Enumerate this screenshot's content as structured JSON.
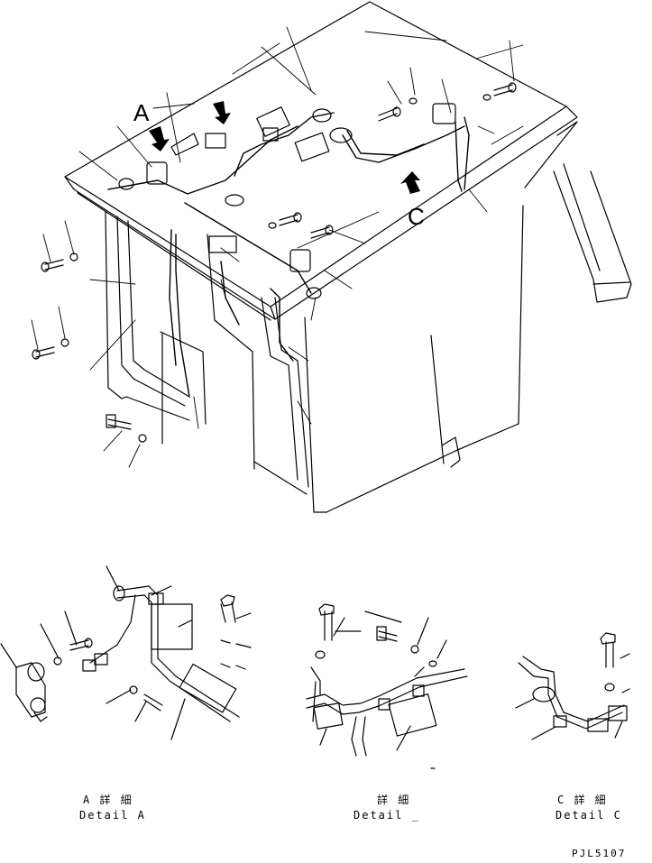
{
  "callouts": {
    "a": "A",
    "c": "C"
  },
  "captions": {
    "a": {
      "jp": "A 詳 細",
      "en": "Detail A"
    },
    "b": {
      "jp": "詳 細",
      "en": "Detail _"
    },
    "c": {
      "jp": "C 詳 細",
      "en": "Detail C"
    }
  },
  "code": "PJL5107"
}
